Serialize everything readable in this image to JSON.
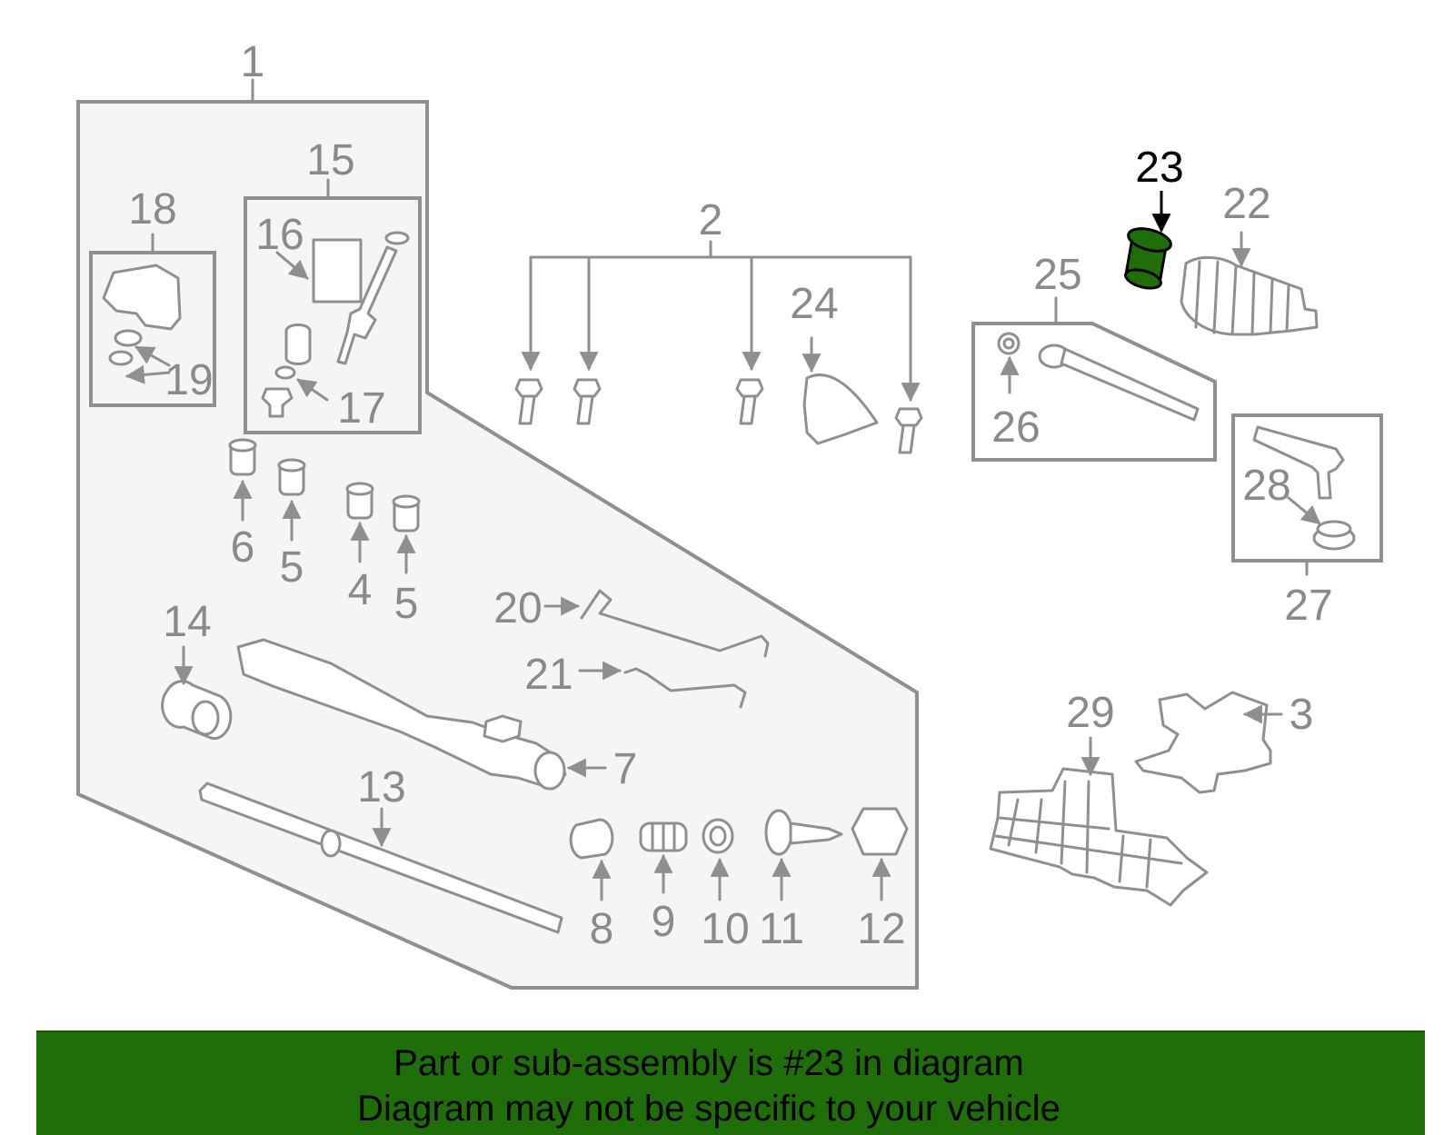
{
  "diagram": {
    "highlight_color": "#1f6e0a",
    "callouts": [
      {
        "id": "1",
        "label": "1"
      },
      {
        "id": "2",
        "label": "2"
      },
      {
        "id": "3",
        "label": "3"
      },
      {
        "id": "4",
        "label": "4"
      },
      {
        "id": "5a",
        "label": "5"
      },
      {
        "id": "5b",
        "label": "5"
      },
      {
        "id": "6",
        "label": "6"
      },
      {
        "id": "7",
        "label": "7"
      },
      {
        "id": "8",
        "label": "8"
      },
      {
        "id": "9",
        "label": "9"
      },
      {
        "id": "10",
        "label": "10"
      },
      {
        "id": "11",
        "label": "11"
      },
      {
        "id": "12",
        "label": "12"
      },
      {
        "id": "13",
        "label": "13"
      },
      {
        "id": "14",
        "label": "14"
      },
      {
        "id": "15",
        "label": "15"
      },
      {
        "id": "16",
        "label": "16"
      },
      {
        "id": "17",
        "label": "17"
      },
      {
        "id": "18",
        "label": "18"
      },
      {
        "id": "19",
        "label": "19"
      },
      {
        "id": "20",
        "label": "20"
      },
      {
        "id": "21",
        "label": "21"
      },
      {
        "id": "22",
        "label": "22"
      },
      {
        "id": "23",
        "label": "23",
        "highlighted": true
      },
      {
        "id": "24",
        "label": "24"
      },
      {
        "id": "25",
        "label": "25"
      },
      {
        "id": "26",
        "label": "26"
      },
      {
        "id": "27",
        "label": "27"
      },
      {
        "id": "28",
        "label": "28"
      },
      {
        "id": "29",
        "label": "29"
      }
    ]
  },
  "banner": {
    "background": "#1f6e0a",
    "line1": "Part or sub-assembly is #23 in diagram",
    "line2": "Diagram may not be specific to your vehicle"
  }
}
